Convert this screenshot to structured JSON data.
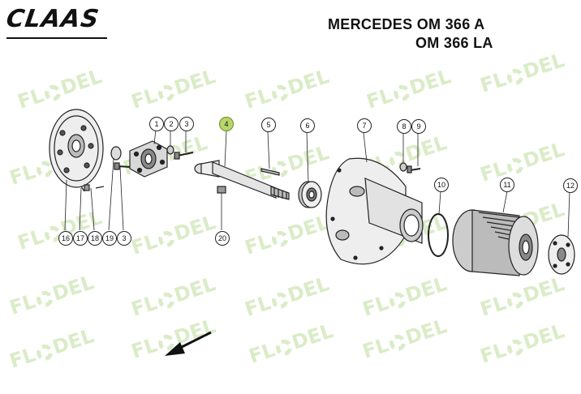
{
  "brand": {
    "logo_text": "CLAAS"
  },
  "header": {
    "line1": "MERCEDES OM 366 A",
    "line2": "OM 366 LA"
  },
  "watermark": {
    "text_left": "FL",
    "text_right": "DEL",
    "color": "#9bc85f"
  },
  "highlight_color": "#b9d66a",
  "callouts": [
    {
      "key": "c1",
      "label": "1"
    },
    {
      "key": "c2",
      "label": "2"
    },
    {
      "key": "c3",
      "label": "3"
    },
    {
      "key": "c4",
      "label": "4",
      "highlighted": true
    },
    {
      "key": "c5",
      "label": "5"
    },
    {
      "key": "c6",
      "label": "6"
    },
    {
      "key": "c7",
      "label": "7"
    },
    {
      "key": "c8",
      "label": "8"
    },
    {
      "key": "c9",
      "label": "9"
    },
    {
      "key": "c10",
      "label": "10"
    },
    {
      "key": "c11",
      "label": "11"
    },
    {
      "key": "c12",
      "label": "12"
    },
    {
      "key": "c16",
      "label": "16"
    },
    {
      "key": "c17",
      "label": "17"
    },
    {
      "key": "c18",
      "label": "18"
    },
    {
      "key": "c19",
      "label": "19"
    },
    {
      "key": "c3b",
      "label": "3"
    },
    {
      "key": "c20",
      "label": "20"
    }
  ],
  "direction_arrow": "arrow-down-left-icon"
}
